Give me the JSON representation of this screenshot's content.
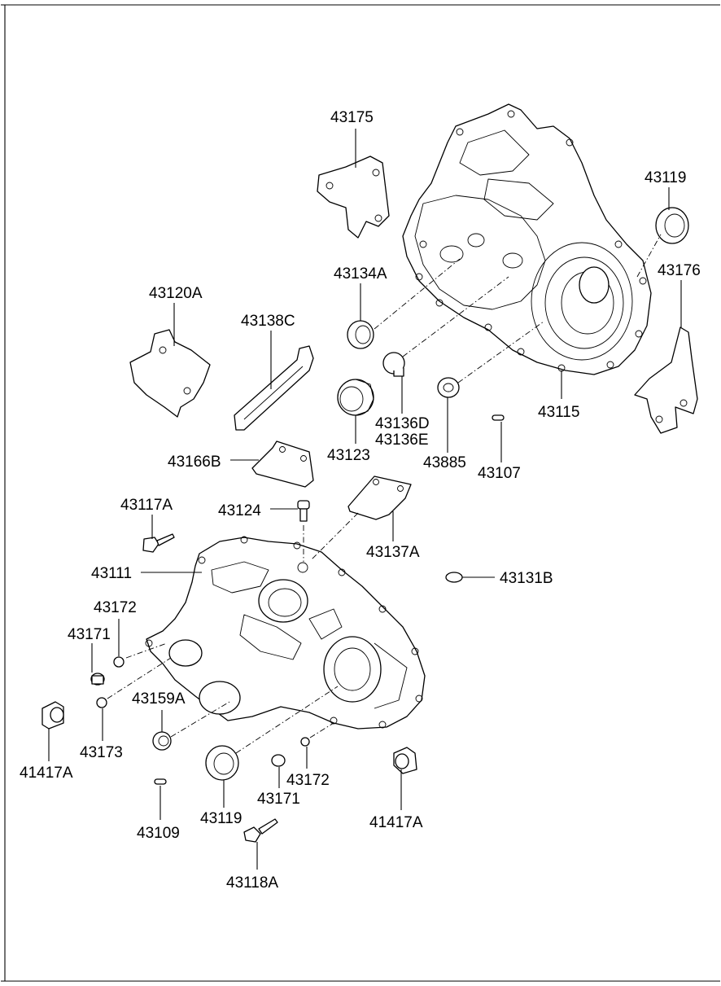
{
  "labels": {
    "l43175": "43175",
    "l43119_top": "43119",
    "l43134A": "43134A",
    "l43176": "43176",
    "l43120A": "43120A",
    "l43138C": "43138C",
    "l43136D": "43136D",
    "l43136E": "43136E",
    "l43115": "43115",
    "l43123": "43123",
    "l43885": "43885",
    "l43107": "43107",
    "l43166B": "43166B",
    "l43117A": "43117A",
    "l43124": "43124",
    "l43137A": "43137A",
    "l43111": "43111",
    "l43131B": "43131B",
    "l43172_left": "43172",
    "l43171_left": "43171",
    "l43159A": "43159A",
    "l41417A_left": "41417A",
    "l43173": "43173",
    "l43119_bottom": "43119",
    "l43171_bottom": "43171",
    "l43172_bottom": "43172",
    "l41417A_right": "41417A",
    "l43109": "43109",
    "l43118A": "43118A"
  }
}
